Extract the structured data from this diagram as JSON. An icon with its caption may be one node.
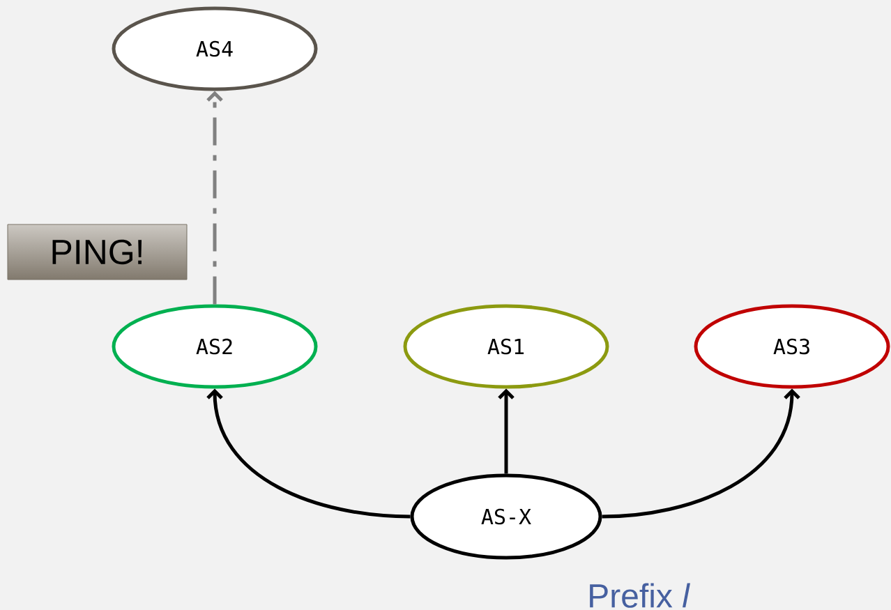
{
  "diagram": {
    "nodes": [
      {
        "text": [
          "AS4"
        ]
      },
      {
        "text": [
          "PING!"
        ]
      },
      {
        "text": [
          "AS2"
        ]
      },
      {
        "text": [
          "AS1"
        ]
      },
      {
        "text": [
          "AS3"
        ]
      },
      {
        "text": [
          "AS-X"
        ]
      }
    ],
    "edges": [
      {
        "from": 5,
        "to": 2,
        "arrow": "to"
      },
      {
        "from": 5,
        "to": 3,
        "arrow": "to"
      },
      {
        "from": 5,
        "to": 4,
        "arrow": "to"
      },
      {
        "from": 2,
        "to": 0,
        "arrow": "to",
        "style": "dashed",
        "color": "#808080"
      }
    ],
    "labels": [
      "Prefix *l*"
    ]
  }
}
